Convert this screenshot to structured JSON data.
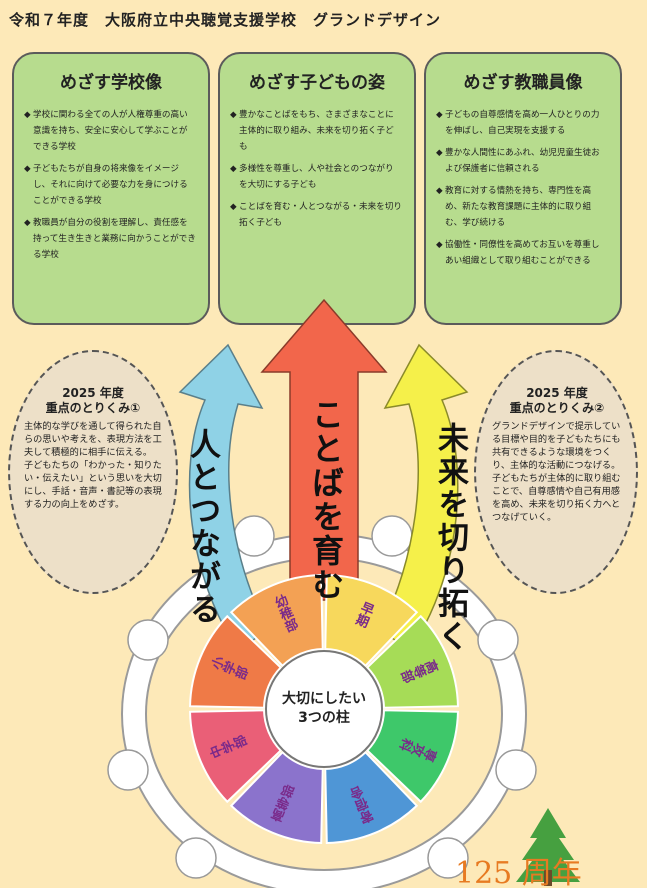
{
  "title": "令和７年度　大阪府立中央聴覚支援学校　グランドデザイン",
  "boxes": [
    {
      "heading": "めざす学校像",
      "items": [
        "学校に関わる全ての人が人権尊重の高い意識を持ち、安全に安心して学ぶことができる学校",
        "子どもたちが自身の将来像をイメージし、それに向けて必要な力を身につけることができる学校",
        "教職員が自分の役割を理解し、責任感を持って生き生きと業務に向かうことができる学校"
      ]
    },
    {
      "heading": "めざす子どもの姿",
      "items": [
        "豊かなことばをもち、さまざまなことに主体的に取り組み、未来を切り拓く子ども",
        "多様性を尊重し、人や社会とのつながりを大切にする子ども",
        "ことばを育む・人とつながる・未来を切り拓く子ども"
      ]
    },
    {
      "heading": "めざす教職員像",
      "items": [
        "子どもの自尊感情を高め一人ひとりの力を伸ばし、自己実現を支援する",
        "豊かな人間性にあふれ、幼児児童生徒および保護者に信頼される",
        "教育に対する情熱を持ち、専門性を高め、新たな教育課題に主体的に取り組む、学び続ける",
        "協働性・同僚性を高めてお互いを尊重しあい組織として取り組むことができる"
      ]
    }
  ],
  "bullet": "◆",
  "focus_left": {
    "year": "2025 年度",
    "heading": "重点のとりくみ①",
    "lines": [
      "主体的な学びを通して得られた自らの思いや考えを、表現方法を工夫して積極的に相手に伝える。",
      "子どもたちの「わかった・知りたい・伝えたい」という思いを大切にし、手話・音声・書記等の表現する力の向上をめざす。"
    ]
  },
  "focus_right": {
    "year": "2025 年度",
    "heading": "重点のとりくみ②",
    "lines": [
      "グランドデザインで提示している目標や目的を子どもたちにも共有できるような環境をつくり、主体的な活動につなげる。",
      "子どもたちが主体的に取り組むことで、自尊感情や自己有用感を高め、未来を切り拓く力へとつなげていく。"
    ]
  },
  "arrows": {
    "left": "人とつながる",
    "middle": "ことばを育む",
    "right": "未来を切り拓く"
  },
  "center": [
    "大切にしたい",
    "3つの柱"
  ],
  "segments": [
    {
      "label": "幼稚部",
      "color": "#f3a154"
    },
    {
      "label": "早期",
      "color": "#f7d85c"
    },
    {
      "label": "高等部",
      "color": "#a6dc57"
    },
    {
      "label": "専攻科",
      "color": "#3ec86a"
    },
    {
      "label": "寄宿舎",
      "color": "#4f96d6"
    },
    {
      "label": "高等部",
      "color": "#8b73cc"
    },
    {
      "label": "中学部",
      "color": "#ea5f77"
    },
    {
      "label": "小学部",
      "color": "#ef7a47"
    }
  ],
  "anniversary": "125 周年",
  "colors": {
    "background": "#fde9b8",
    "box": "#b7dc8e",
    "arrow_left": "#8fd2e6",
    "arrow_middle": "#f2664b",
    "arrow_right": "#f5f04a",
    "tree": "#46a040"
  }
}
